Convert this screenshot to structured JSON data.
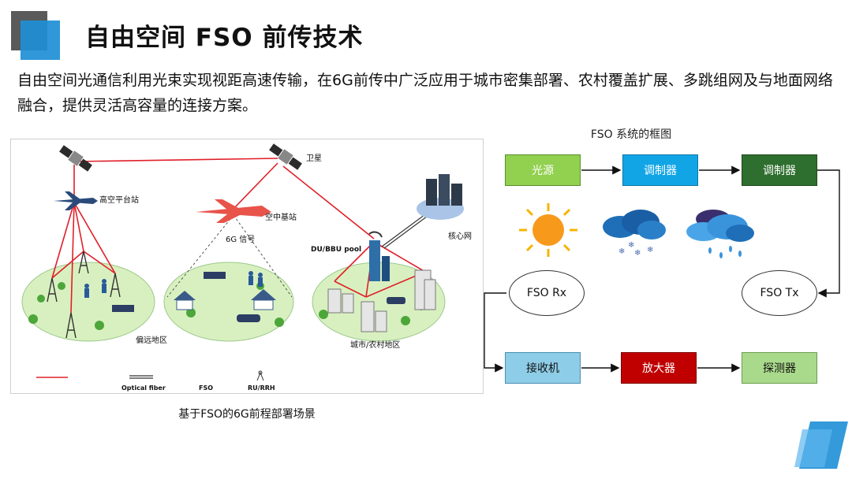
{
  "title": "自由空间 FSO 前传技术",
  "intro": "自由空间光通信利用光束实现视距高速传输，在6G前传中广泛应用于城市密集部署、农村覆盖扩展、多跳组网及与地面网络融合，提供灵活高容量的连接方案。",
  "scene": {
    "labels": {
      "satellite": "卫星",
      "hap": "高空平台站",
      "aerial": "空中基站",
      "signal": "6G 信号",
      "core": "核心网",
      "dubbu": "DU/BBU pool",
      "remote": "偏远地区",
      "urban": "城市/农村地区"
    },
    "legend": {
      "fiber": "Optical fiber",
      "fso": "FSO",
      "rru": "RU/RRH"
    },
    "colors": {
      "fso_line": "#e0202a",
      "ground": "#d8f0c0"
    }
  },
  "caption": "基于FSO的6G前程部署场景",
  "fso_system": {
    "title": "FSO 系统的框图",
    "source": "光源",
    "modulator1": "调制器",
    "modulator2": "调制器",
    "tx": "FSO Tx",
    "rx": "FSO Rx",
    "receiver": "接收机",
    "amplifier": "放大器",
    "detector": "探测器"
  }
}
